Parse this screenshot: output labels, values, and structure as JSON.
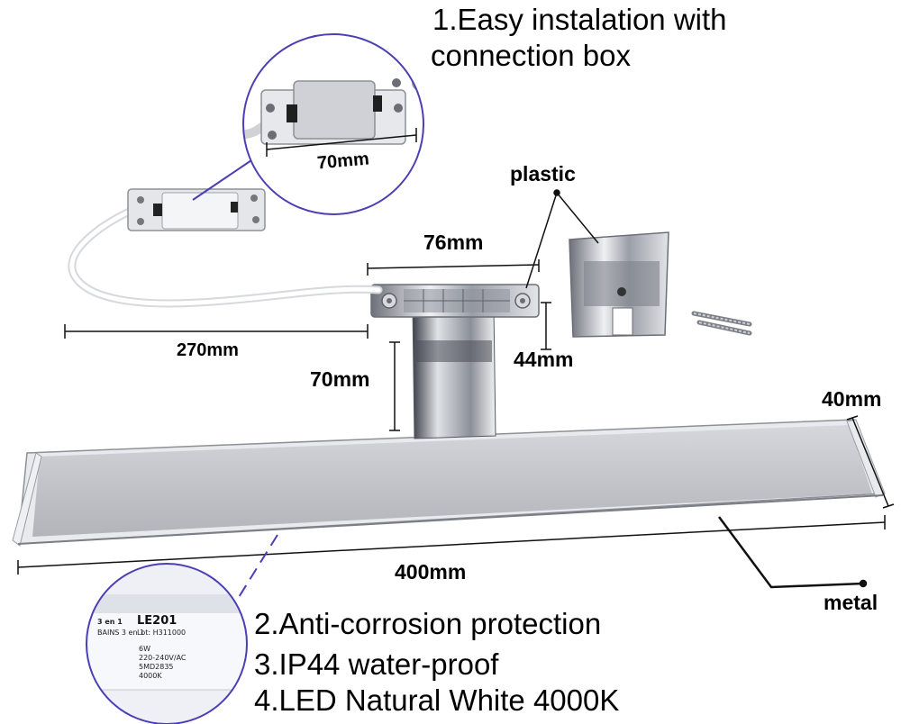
{
  "features": {
    "item1_line1": "1.Easy instalation with",
    "item1_line2": "connection box",
    "item2": "2.Anti-corrosion protection",
    "item3": "3.IP44 water-proof",
    "item4": "4.LED Natural White 4000K"
  },
  "dimensions": {
    "connection_box": "70mm",
    "cable_length": "270mm",
    "bracket_width": "76mm",
    "bracket_depth": "44mm",
    "arm_height": "70mm",
    "bar_height": "40mm",
    "bar_length": "400mm"
  },
  "materials": {
    "plastic": "plastic",
    "metal": "metal"
  },
  "product_label": {
    "model": "LE201",
    "line1": "3 en 1",
    "line2": "Lot: H311000",
    "line3": "BAINS 3 en 1",
    "line4": "6W",
    "line5": "220-240V/AC",
    "line6": "5MD2835",
    "line7": "4000K"
  },
  "colors": {
    "callout_circle": "#4a3fb5",
    "bar_face": "#c4c5ca",
    "chrome": "#b9bcc3"
  }
}
